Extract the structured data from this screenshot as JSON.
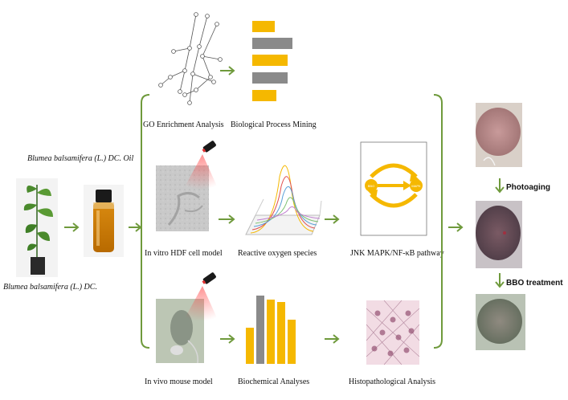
{
  "source": {
    "oil_label_italic": "Blumea balsamifera (L.)",
    "oil_label_rest": " DC. Oil",
    "plant_label_italic": "Blumea balsamifera (L.)",
    "plant_label_rest": " DC."
  },
  "top_row": {
    "network_label": "GO Enrichment Analysis",
    "bars_label": "Biological Process Mining"
  },
  "middle_row": {
    "cell_label": "In vitro HDF cell model",
    "ros_label": "Reactive oxygen species",
    "pathway_label": "JNK MAPK/NF-κB pathway",
    "pathway_node_left": "BBO",
    "pathway_node_right": "MAPK"
  },
  "bottom_row": {
    "mouse_label": "In vivo mouse model",
    "bars_label": "Biochemical Analyses",
    "histo_label": "Histopathological Analysis"
  },
  "outcome": {
    "photoaging_label": "Photoaging",
    "treatment_label": "BBO treatment"
  },
  "colors": {
    "arrow": "#6f9a3c",
    "bar_yellow": "#f5b800",
    "bar_gray": "#8a8a8a",
    "laser_red": "#e03030"
  }
}
